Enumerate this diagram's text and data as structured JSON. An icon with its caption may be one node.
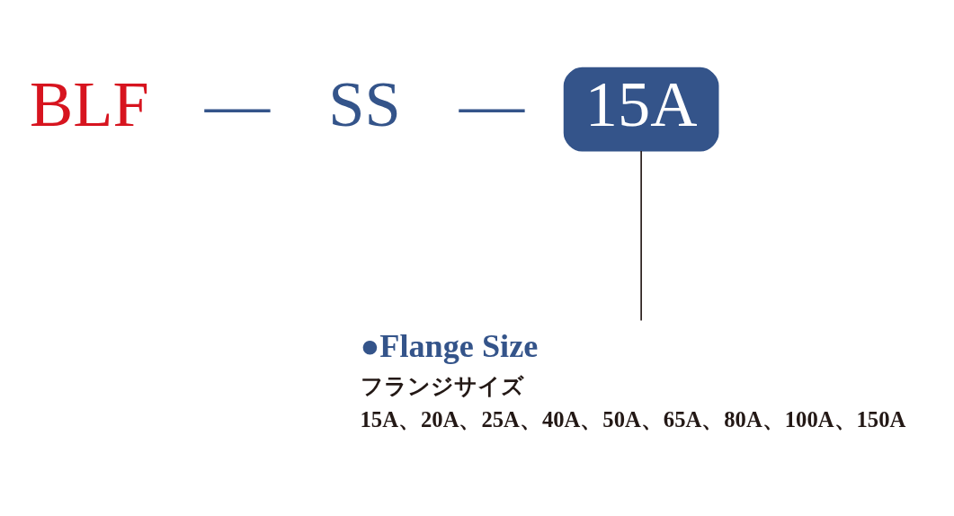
{
  "diagram": {
    "nodes": [
      {
        "text": [
          "15A"
        ]
      },
      {
        "text": [
          "●Flange Size",
          "フランジサイズ",
          "15A、20A、25A、40A、50A、65A、80A、100A、150A"
        ]
      }
    ],
    "edges": [
      {
        "from": 0,
        "to": 1,
        "arrow": "none"
      }
    ],
    "labels": [
      "BLF",
      "—",
      "SS",
      "—"
    ]
  }
}
